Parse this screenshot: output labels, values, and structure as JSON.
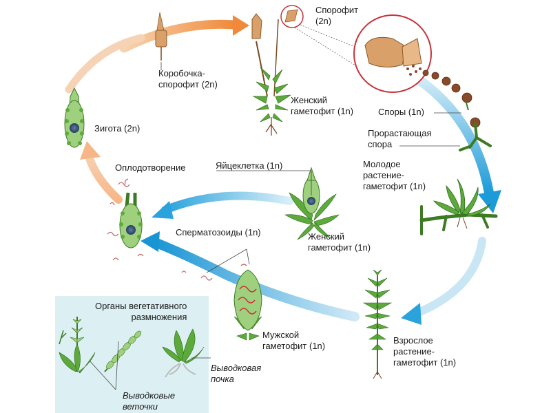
{
  "labels": {
    "sporophyte_top": "Спорофит",
    "sporophyte_top_ploidy": "(2n)",
    "capsule_line1": "Коробочка-",
    "capsule_line2": "спорофит (2n)",
    "female_top_line1": "Женский",
    "female_top_line2": "гаметофит (1n)",
    "spores": "Споры (1n)",
    "germinating_line1": "Прорастающая",
    "germinating_line2": "спора",
    "young_line1": "Молодое",
    "young_line2": "растение-",
    "young_line3": "гаметофит (1n)",
    "zygote": "Зигота (2n)",
    "fertilization": "Оплодотворение",
    "egg": "Яйцеклетка (1n)",
    "female_mid_line1": "Женский",
    "female_mid_line2": "гаметофит (1n)",
    "sperm": "Сперматозоиды (1n)",
    "male_line1": "Мужской",
    "male_line2": "гаметофит (1n)",
    "adult_line1": "Взрослое",
    "adult_line2": "растение-",
    "adult_line3": "гаметофит (1n)",
    "veg_title_line1": "Органы вегетативного",
    "veg_title_line2": "размножения",
    "brood_bud_line1": "Выводковая",
    "brood_bud_line2": "почка",
    "brood_branch_line1": "Выводковые",
    "brood_branch_line2": "веточки"
  },
  "colors": {
    "orange_arrow": "#f3a35f",
    "blue_arrow": "#2aa3dc",
    "plant_green": "#5caa3c",
    "cell_green": "#9fd07e",
    "capsule_tan": "#d9a06a",
    "spore_brown": "#8a4a2a",
    "panel_bg": "#dceff2",
    "highlight_red": "#c8323a"
  }
}
